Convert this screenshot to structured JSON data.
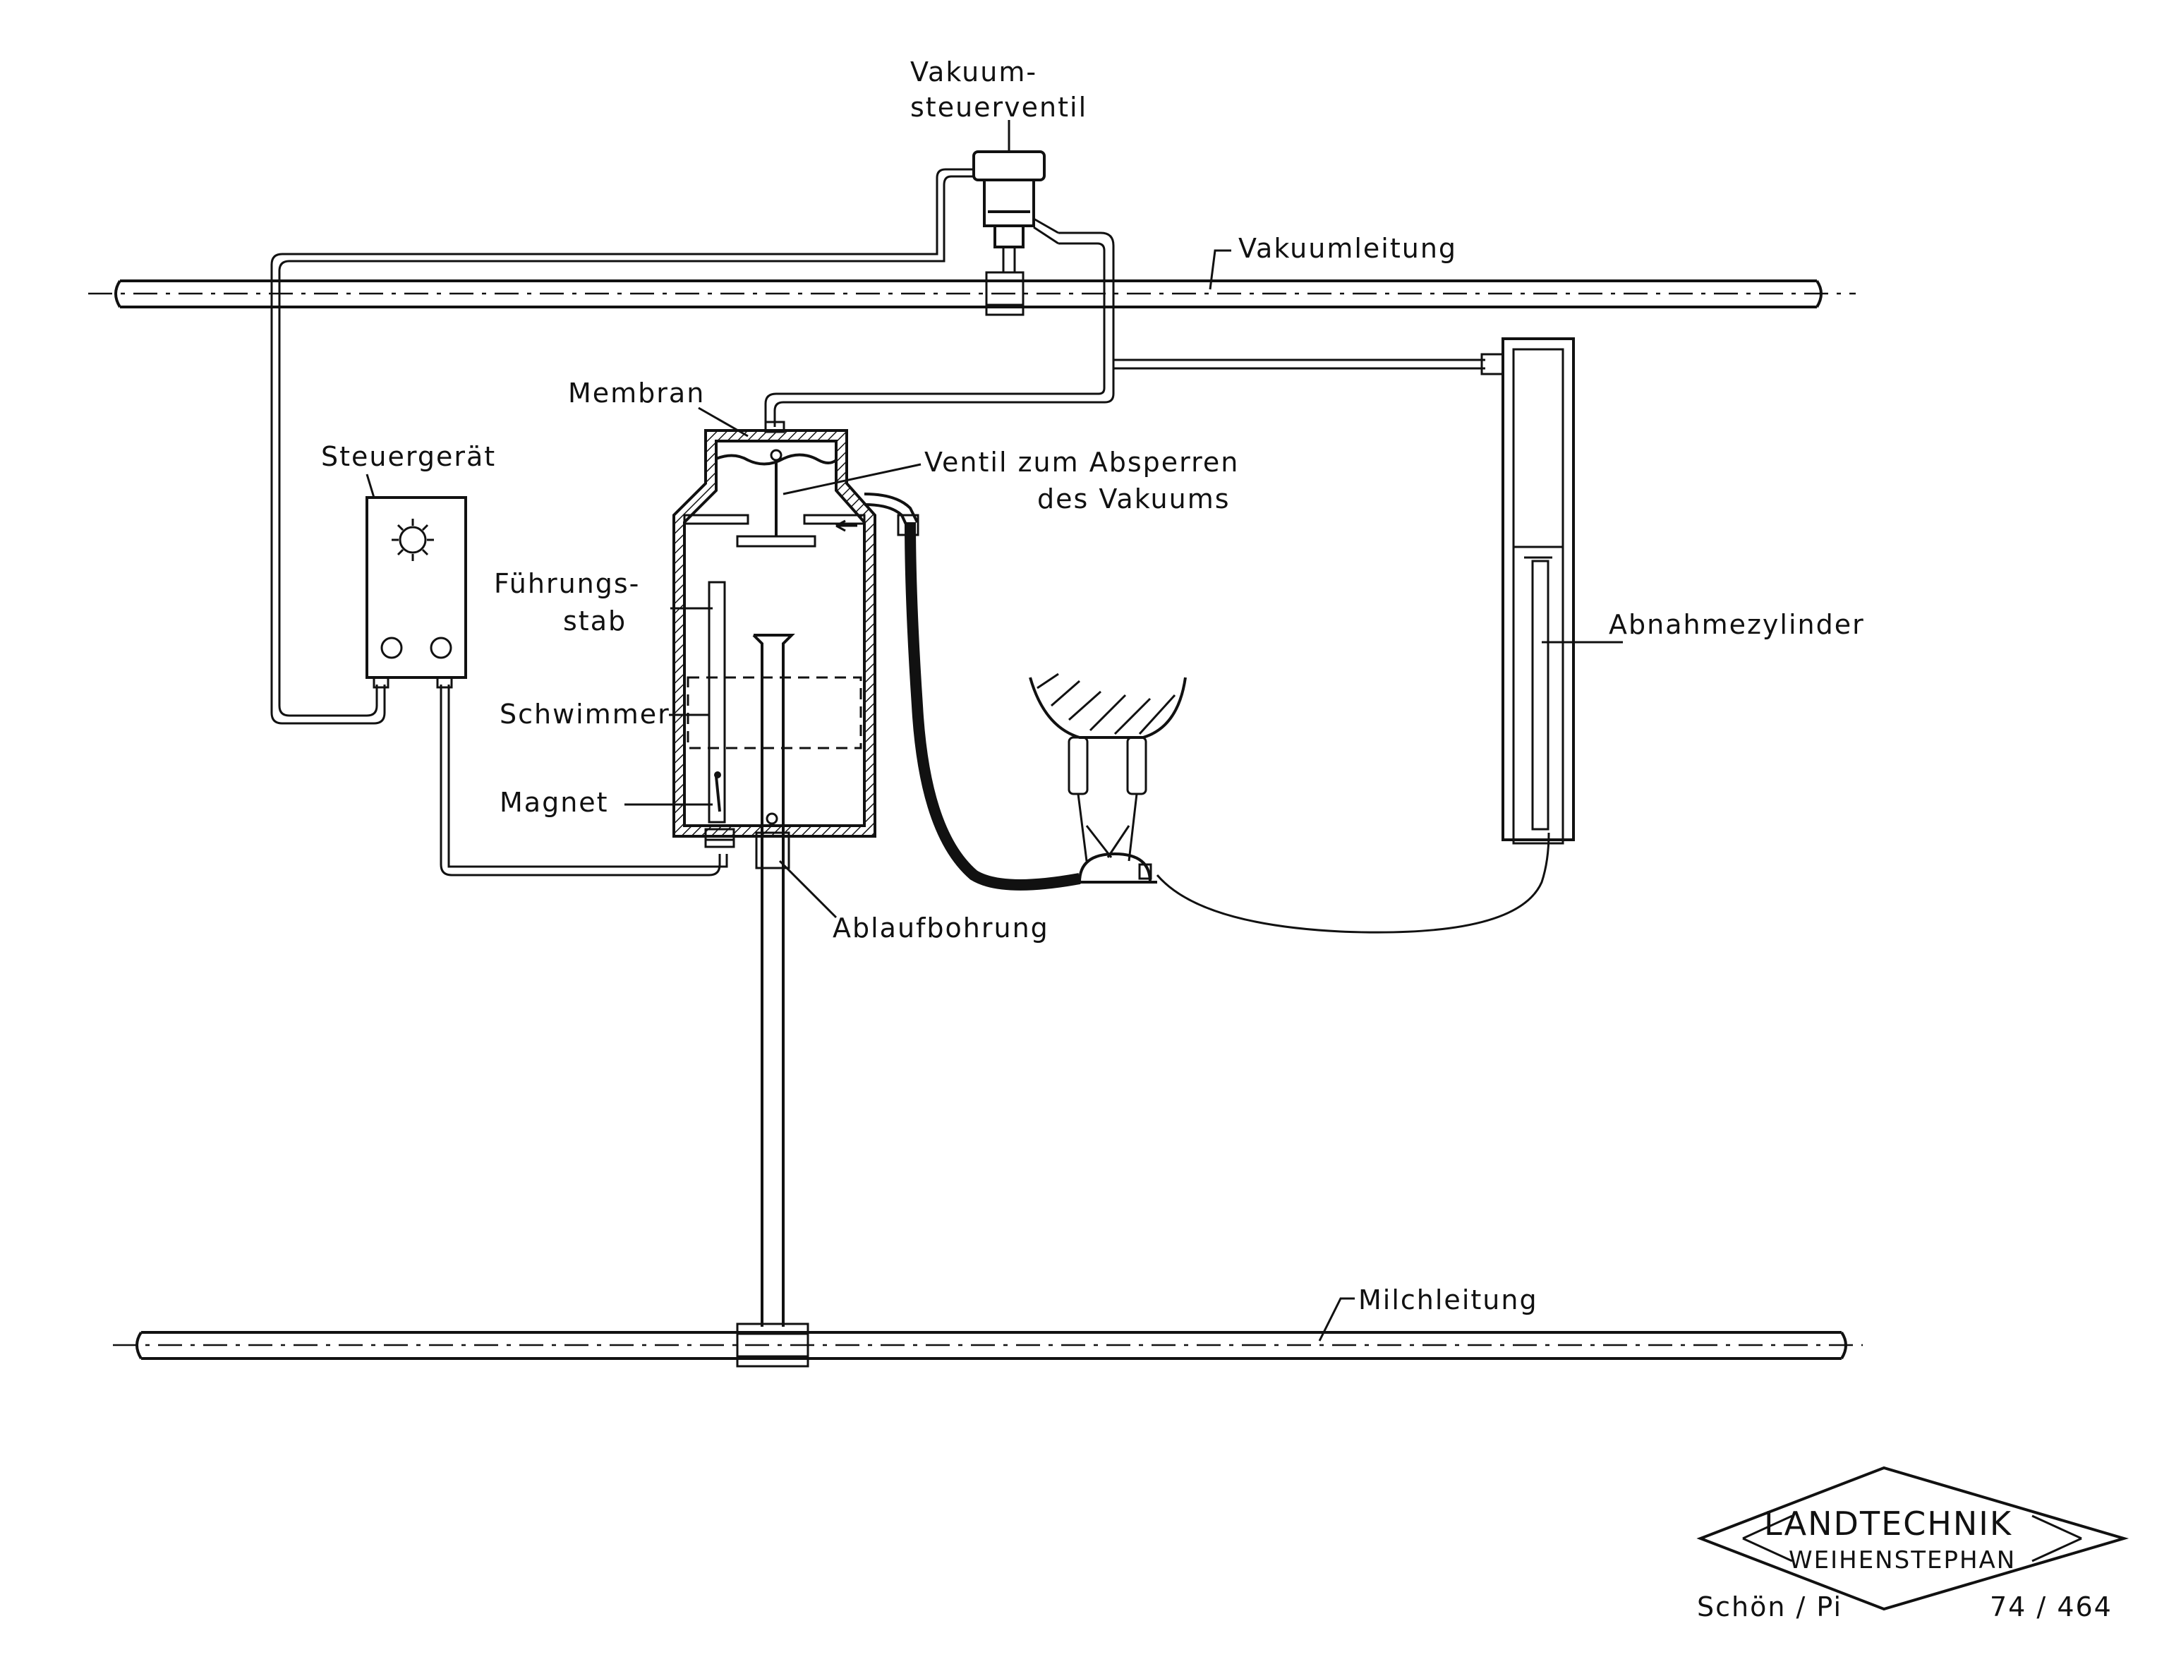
{
  "labels": {
    "vakuumsteuerventil_line1": "Vakuum-",
    "vakuumsteuerventil_line2": "steuerventil",
    "vakuumleitung": "Vakuumleitung",
    "membran": "Membran",
    "ventil_line1": "Ventil zum Absperren",
    "ventil_line2": "des Vakuums",
    "steuergeraet": "Steuergerät",
    "fuehrungsstab_line1": "Führungs-",
    "fuehrungsstab_line2": "stab",
    "schwimmer": "Schwimmer",
    "magnet": "Magnet",
    "abnahmezylinder": "Abnahmezylinder",
    "ablaufbohrung": "Ablaufbohrung",
    "milchleitung": "Milchleitung"
  },
  "logo": {
    "line1": "LANDTECHNIK",
    "line2": "WEIHENSTEPHAN"
  },
  "footer": {
    "author": "Schön / Pi",
    "number": "74 / 464"
  }
}
